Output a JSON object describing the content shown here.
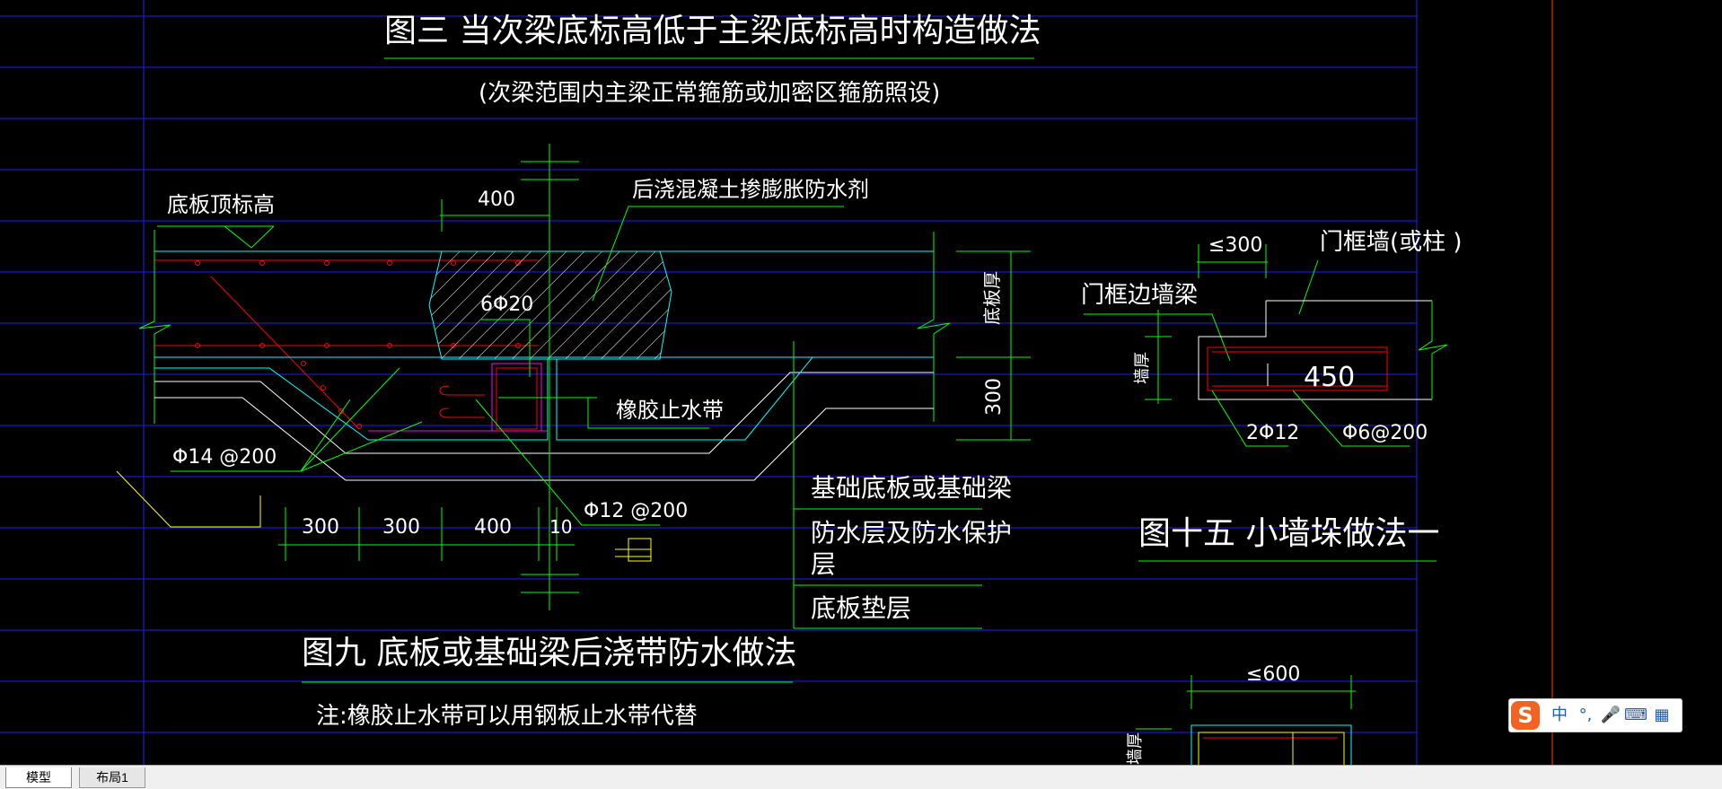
{
  "colors": {
    "background": "#000000",
    "grid_line": "#1e1eff",
    "cyan": "#00ffff",
    "green": "#00ff00",
    "red": "#ff0000",
    "white": "#ffffff",
    "yellow": "#ffff00",
    "magenta": "#ff00ff",
    "orange_line": "#ff4500",
    "ime_orange": "#f26322"
  },
  "drawing": {
    "fig3_title": "图三    当次梁底标高低于主梁底标高时构造做法",
    "fig3_subtitle": "(次梁范围内主梁正常箍筋或加密区箍筋照设)",
    "slab_top_elev": "底板顶标高",
    "post_pour_concrete": "后浇混凝土掺膨胀防水剂",
    "dim_400_top": "400",
    "rebar_6phi20": "6Φ20",
    "slab_thickness": "底板厚",
    "dim_300_right": "300",
    "rubber_waterstop": "橡胶止水带",
    "rebar_phi14": "Φ14 @200",
    "rebar_phi12": "Φ12 @200",
    "dims_bottom": [
      "300",
      "300",
      "400",
      "10"
    ],
    "legend_items": [
      "基础底板或基础梁",
      "防水层及防水保护",
      "层",
      "底板垫层"
    ],
    "fig9_title": "图九    底板或基础梁后浇带防水做法",
    "fig9_note": "注:橡胶止水带可以用钢板止水带代替",
    "door_frame_wall": "门框墙(或柱     )",
    "door_side_wall_beam": "门框边墙梁",
    "dim_le300": "≤300",
    "wall_thickness": "墙厚",
    "dim_450": "450",
    "rebar_2phi12": "2Φ12",
    "rebar_phi6": "Φ6@200",
    "fig15_title": "图十五     小墙垛做法一",
    "dim_le600": "≤600",
    "wall_thickness_2": "墙厚"
  },
  "tabs": [
    "模型",
    "布局1"
  ],
  "ime": {
    "logo": "S",
    "items": [
      "中",
      "°,",
      "🎤",
      "⌨",
      "▦"
    ]
  }
}
